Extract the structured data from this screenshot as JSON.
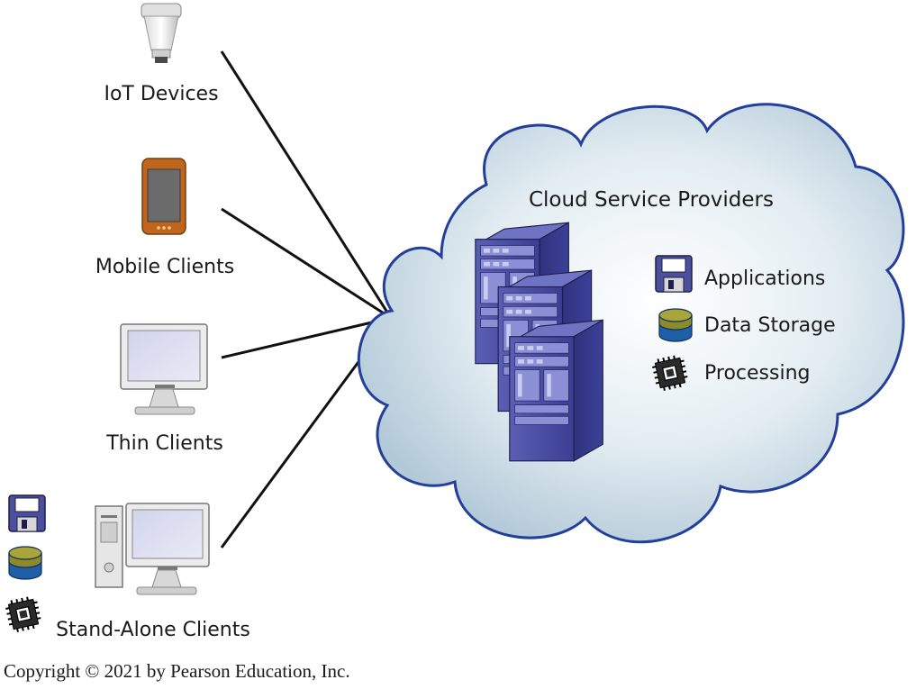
{
  "clients": {
    "iot_label": "IoT Devices",
    "mobile_label": "Mobile Clients",
    "thin_label": "Thin Clients",
    "standalone_label": "Stand-Alone Clients"
  },
  "cloud": {
    "title": "Cloud Service Providers",
    "services": {
      "applications": "Applications",
      "data_storage": "Data Storage",
      "processing": "Processing"
    }
  },
  "icons": {
    "iot": "smart-bulb-icon",
    "mobile": "smartphone-icon",
    "thin": "monitor-icon",
    "standalone": "desktop-computer-icon",
    "servers": "server-rack-icon",
    "applications": "floppy-disk-icon",
    "data_storage": "database-icon",
    "processing": "cpu-chip-icon"
  },
  "colors": {
    "cloud_outline": "#233f9a",
    "cloud_fill_center": "#ffffff",
    "cloud_fill_edge": "#b9cfdd",
    "server_blue": "#3a3d8f",
    "phone_orange": "#c0661c",
    "db_blue": "#1f5fa8",
    "db_olive": "#8d8a2a"
  },
  "footer": {
    "copyright": "Copyright © 2021 by Pearson Education, Inc."
  }
}
